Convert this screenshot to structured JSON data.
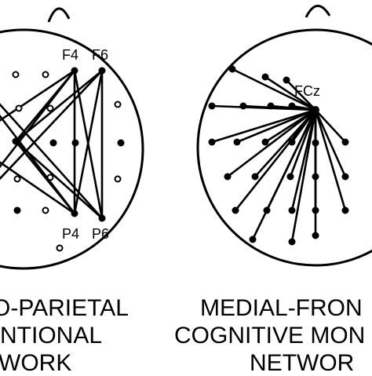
{
  "left_panel": {
    "electrode_labels": [
      "F4",
      "F6",
      "P4",
      "P6"
    ],
    "caption_lines": [
      "O-PARIETAL",
      "NTIONAL",
      "WORK"
    ]
  },
  "right_panel": {
    "hub_label": "FCz",
    "caption_lines": [
      "MEDIAL-FRON",
      "COGNITIVE MON",
      "NETWOR"
    ]
  }
}
